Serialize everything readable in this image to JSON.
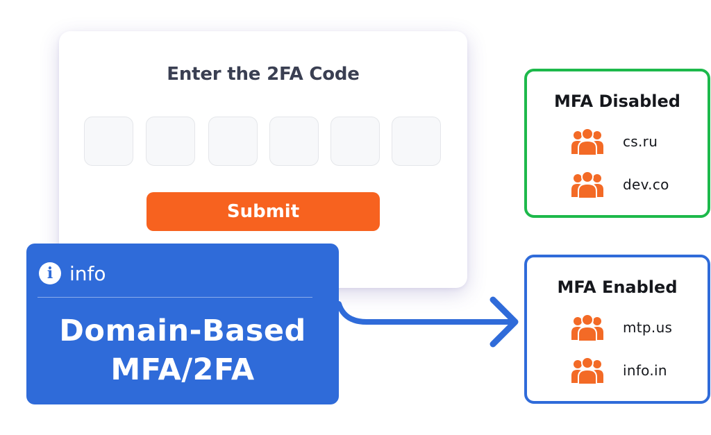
{
  "code_card": {
    "title": "Enter the 2FA Code",
    "otp_boxes": [
      "",
      "",
      "",
      "",
      "",
      ""
    ],
    "submit_label": "Submit"
  },
  "info_panel": {
    "icon": "info-icon",
    "icon_glyph": "i",
    "label": "info",
    "headline_line1": "Domain-Based",
    "headline_line2": "MFA/2FA"
  },
  "mfa_disabled": {
    "title": "MFA Disabled",
    "domains": [
      {
        "icon": "users-icon",
        "name": "cs.ru"
      },
      {
        "icon": "users-icon",
        "name": "dev.co"
      }
    ]
  },
  "mfa_enabled": {
    "title": "MFA Enabled",
    "domains": [
      {
        "icon": "users-icon",
        "name": "mtp.us"
      },
      {
        "icon": "users-icon",
        "name": "info.in"
      }
    ]
  },
  "colors": {
    "accent_orange": "#f7621f",
    "info_blue": "#2f6bd9",
    "disabled_green": "#1db94b",
    "enabled_blue": "#2f6bd9"
  }
}
